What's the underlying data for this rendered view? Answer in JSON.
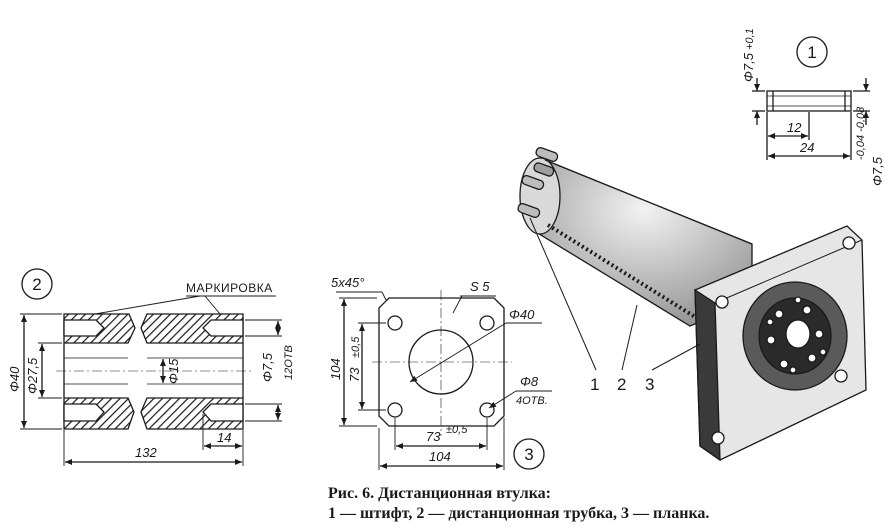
{
  "part1": {
    "number": "1",
    "dims": {
      "dia_top": "Φ7,5",
      "tol_top": "+0,1",
      "len_short": "12",
      "len_total": "24",
      "dia_right": "Φ7,5",
      "tol_right": "-0,04\n-0,08"
    }
  },
  "part2": {
    "number": "2",
    "marking": "МАРКИРОВКА",
    "dims": {
      "d40": "Φ40",
      "d27": "Φ27,5",
      "d15": "Φ15",
      "d75": "Φ7,5",
      "holes": "12ОТВ",
      "length": "132",
      "depth": "14"
    }
  },
  "part3": {
    "number": "3",
    "dims": {
      "chamfer": "5x45°",
      "thickness": "S 5",
      "d40": "Φ40",
      "side_v": "104",
      "pitch_v": "73",
      "pitch_tol": "±0,5",
      "d8": "Φ8",
      "holes": "4ОТВ.",
      "pitch_h": "73",
      "side_h": "104"
    }
  },
  "assembly": {
    "labels": [
      "1",
      "2",
      "3"
    ]
  },
  "caption": {
    "line1": "Рис. 6. Дистанционная втулка:",
    "line2": "1 — штифт, 2 — дистанционная трубка, 3 — планка."
  }
}
